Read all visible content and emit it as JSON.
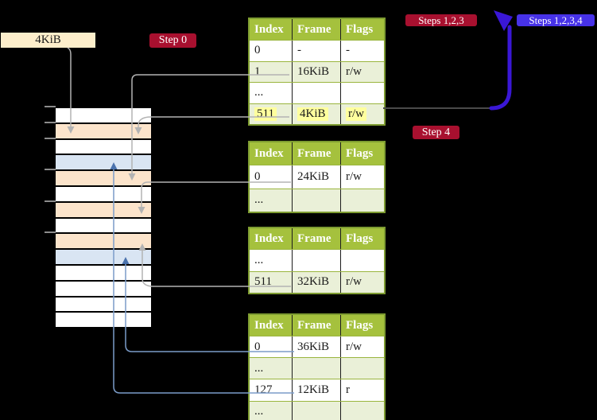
{
  "labels": {
    "page_size_box": "4KiB",
    "step0": "Step 0",
    "steps123": "Steps 1,2,3",
    "steps1234": "Steps 1,2,3,4",
    "step4": "Step 4"
  },
  "colors": {
    "background": "#000000",
    "badge_red": "#a8102f",
    "badge_blue": "#4732e8",
    "feedback_arrow_blue": "#3a17d6",
    "table_header_green": "#a5c13d",
    "table_row_green": "#eaf0d8",
    "table_border_olive": "#7e9c31",
    "frame_peach": "#fce4cb",
    "frame_blue": "#d9e5f3",
    "highlight_yellow": "#ffff9e",
    "connector_gray": "#b3b3b3",
    "connector_light_blue": "#7b9cc9",
    "arrowhead_steel_blue": "#4a72ad"
  },
  "memory_stack": {
    "rows": [
      "white",
      "peach",
      "white",
      "blue",
      "peach",
      "white",
      "peach",
      "white",
      "peach",
      "blue",
      "white",
      "white",
      "white",
      "white"
    ],
    "tick_rows": [
      0,
      1,
      2,
      4,
      6,
      8
    ]
  },
  "tables": [
    {
      "name": "page-table-level-1",
      "headers": [
        "Index",
        "Frame",
        "Flags"
      ],
      "rows": [
        {
          "cells": [
            "0",
            "-",
            "-"
          ],
          "shade": false,
          "highlight": false
        },
        {
          "cells": [
            "1",
            "16KiB",
            "r/w"
          ],
          "shade": true,
          "highlight": false
        },
        {
          "cells": [
            "...",
            "",
            ""
          ],
          "shade": false,
          "highlight": false
        },
        {
          "cells": [
            "511",
            "4KiB",
            "r/w"
          ],
          "shade": true,
          "highlight": true
        }
      ]
    },
    {
      "name": "page-table-level-2",
      "headers": [
        "Index",
        "Frame",
        "Flags"
      ],
      "rows": [
        {
          "cells": [
            "0",
            "24KiB",
            "r/w"
          ],
          "shade": false,
          "highlight": false
        },
        {
          "cells": [
            "...",
            "",
            ""
          ],
          "shade": true,
          "highlight": false
        }
      ]
    },
    {
      "name": "page-table-level-3",
      "headers": [
        "Index",
        "Frame",
        "Flags"
      ],
      "rows": [
        {
          "cells": [
            "...",
            "",
            ""
          ],
          "shade": false,
          "highlight": false
        },
        {
          "cells": [
            "511",
            "32KiB",
            "r/w"
          ],
          "shade": true,
          "highlight": false
        }
      ]
    },
    {
      "name": "page-table-level-4",
      "headers": [
        "Index",
        "Frame",
        "Flags"
      ],
      "rows": [
        {
          "cells": [
            "0",
            "36KiB",
            "r/w"
          ],
          "shade": false,
          "highlight": false
        },
        {
          "cells": [
            "...",
            "",
            ""
          ],
          "shade": true,
          "highlight": false
        },
        {
          "cells": [
            "127",
            "12KiB",
            "r"
          ],
          "shade": false,
          "highlight": false
        },
        {
          "cells": [
            "...",
            "",
            ""
          ],
          "shade": true,
          "highlight": false
        }
      ]
    }
  ]
}
